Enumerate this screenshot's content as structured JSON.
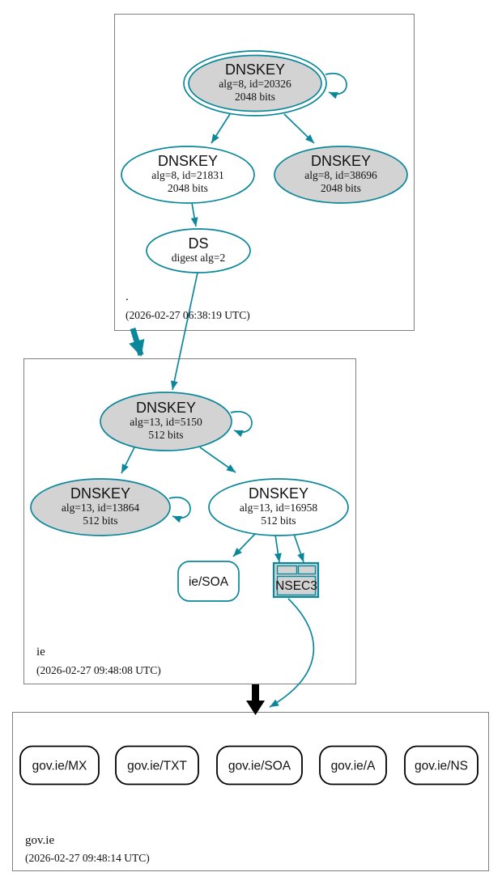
{
  "colors": {
    "secure_teal": "#0a879a",
    "node_gray_fill": "#d3d3d3",
    "insecure_black": "#000000",
    "zone_box_border": "#7f7f7f"
  },
  "zones": [
    {
      "name": ".",
      "timestamp": "(2026-02-27 06:38:19 UTC)",
      "nodes": {
        "ksk": {
          "title": "DNSKEY",
          "detail": "alg=8, id=20326",
          "bits": "2048 bits"
        },
        "zsk": {
          "title": "DNSKEY",
          "detail": "alg=8, id=21831",
          "bits": "2048 bits"
        },
        "key3": {
          "title": "DNSKEY",
          "detail": "alg=8, id=38696",
          "bits": "2048 bits"
        },
        "ds": {
          "title": "DS",
          "detail": "digest alg=2"
        }
      }
    },
    {
      "name": "ie",
      "timestamp": "(2026-02-27 09:48:08 UTC)",
      "nodes": {
        "ksk": {
          "title": "DNSKEY",
          "detail": "alg=13, id=5150",
          "bits": "512 bits"
        },
        "key2": {
          "title": "DNSKEY",
          "detail": "alg=13, id=13864",
          "bits": "512 bits"
        },
        "key3": {
          "title": "DNSKEY",
          "detail": "alg=13, id=16958",
          "bits": "512 bits"
        },
        "soa": {
          "title": "ie/SOA"
        },
        "nsec3": {
          "title": "NSEC3"
        }
      }
    },
    {
      "name": "gov.ie",
      "timestamp": "(2026-02-27 09:48:14 UTC)",
      "rrsets": [
        "gov.ie/MX",
        "gov.ie/TXT",
        "gov.ie/SOA",
        "gov.ie/A",
        "gov.ie/NS"
      ]
    }
  ]
}
